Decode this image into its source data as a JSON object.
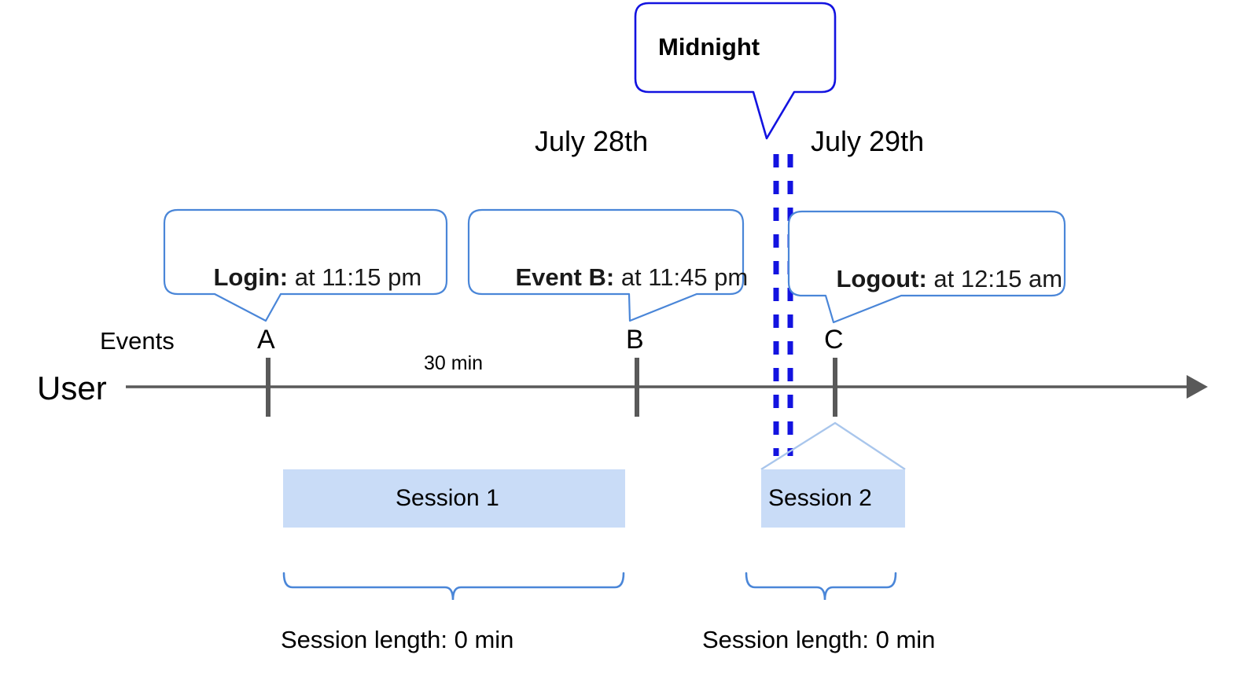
{
  "diagram": {
    "title_callout": {
      "label": "Midnight",
      "border_color": "#1313e0"
    },
    "dates": [
      {
        "label": "July 28th"
      },
      {
        "label": "July 29th"
      }
    ],
    "callouts": [
      {
        "name": "login",
        "bold": "Login:",
        "rest": " at 11:15 pm",
        "border_color": "#4a86d8"
      },
      {
        "name": "event-b",
        "bold": "Event B:",
        "rest": " at 11:45 pm",
        "border_color": "#4a86d8"
      },
      {
        "name": "logout",
        "bold": "Logout:",
        "rest": " at 12:15 am",
        "border_color": "#4a86d8"
      }
    ],
    "axis": {
      "row_label": "User",
      "events_label": "Events",
      "line_color": "#595959",
      "tick_color": "#595959"
    },
    "events": [
      {
        "letter": "A"
      },
      {
        "letter": "B"
      },
      {
        "letter": "C"
      }
    ],
    "durations": [
      {
        "label": "30 min"
      }
    ],
    "sessions": [
      {
        "label": "Session 1",
        "fill": "#c9dcf7",
        "length_label": "Session length: 0 min"
      },
      {
        "label": "Session 2",
        "fill": "#c9dcf7",
        "length_label": "Session length: 0 min"
      }
    ],
    "midnight_marker": {
      "color": "#1313e0",
      "style": "double-dashed-vertical"
    },
    "brace_color": "#4a86d8",
    "connector_color": "#a9c6ec"
  }
}
